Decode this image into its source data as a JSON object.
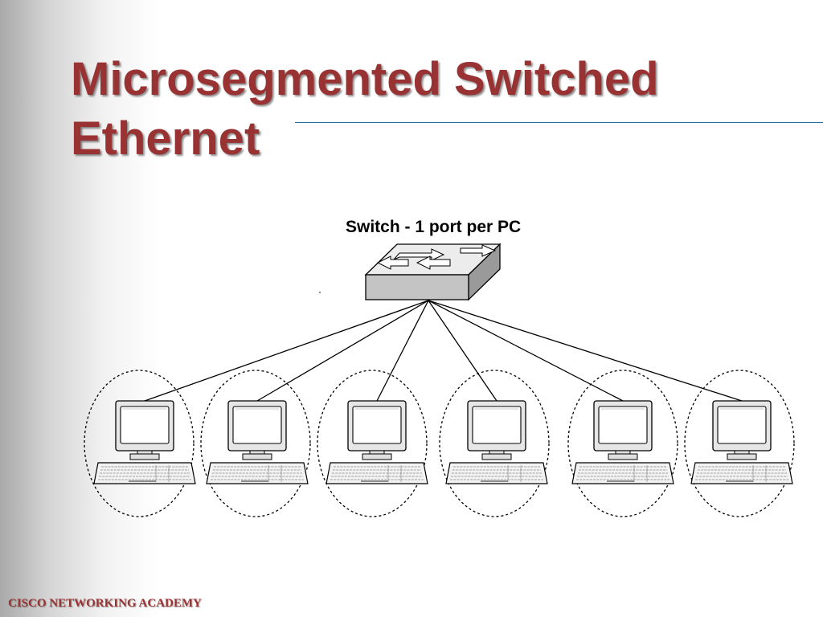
{
  "slide": {
    "title_line1": "Microsegmented Switched",
    "title_line2": "Ethernet",
    "title_color": "#993333",
    "footer": "CISCO NETWORKING ACADEMY"
  },
  "diagram": {
    "switch_label": "Switch - 1 port per PC",
    "switch_icon": "switch-icon",
    "pc_icon": "desktop-pc-icon",
    "pc_count": 6,
    "segment_style": "dashed ellipse (one collision domain per PC)"
  }
}
